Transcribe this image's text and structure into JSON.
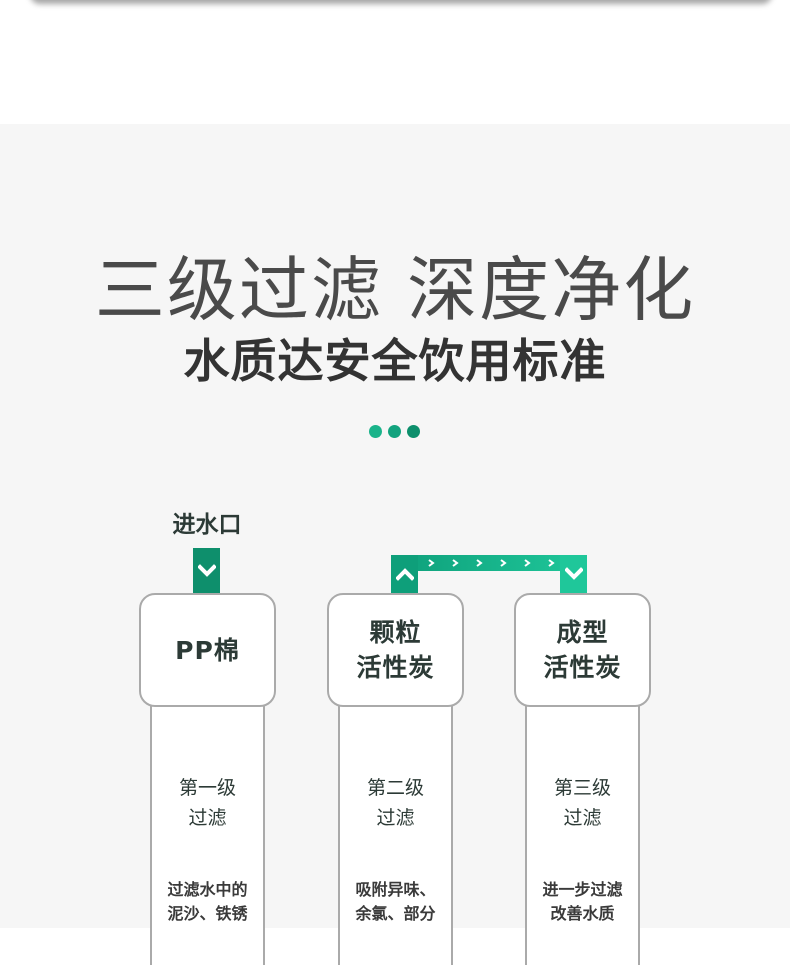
{
  "headline": "三级过滤 深度净化",
  "subheadline": "水质达安全饮用标准",
  "colors": {
    "dot1": "#1ab38a",
    "dot2": "#12a37e",
    "dot3": "#0d8f6c",
    "arrow_dark": "#0e8f6c",
    "arrow_light": "#1fc79a"
  },
  "inlet_label": "进水口",
  "stages": [
    {
      "cap_lines": [
        "PP棉"
      ],
      "level_lines": [
        "第一级",
        "过滤"
      ],
      "desc_lines": [
        "过滤水中的",
        "泥沙、铁锈"
      ]
    },
    {
      "cap_lines": [
        "颗粒",
        "活性炭"
      ],
      "level_lines": [
        "第二级",
        "过滤"
      ],
      "desc_lines": [
        "吸附异味、",
        "余氯、部分"
      ]
    },
    {
      "cap_lines": [
        "成型",
        "活性炭"
      ],
      "level_lines": [
        "第三级",
        "过滤"
      ],
      "desc_lines": [
        "进一步过滤",
        "改善水质"
      ]
    }
  ]
}
